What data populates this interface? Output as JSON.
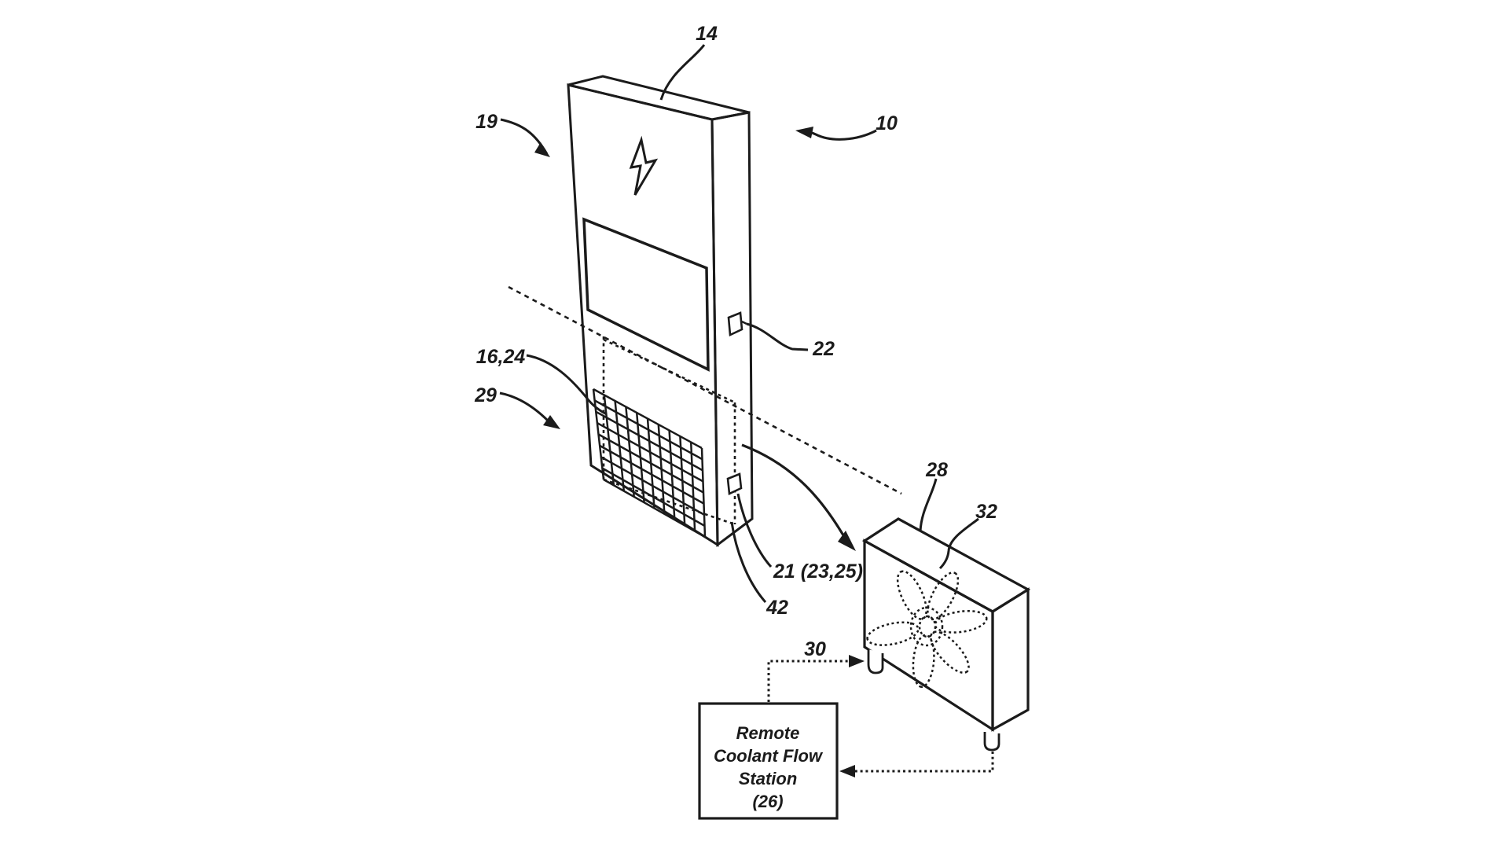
{
  "figure": {
    "background": "#ffffff",
    "line_color": "#1b1b1b",
    "labels": {
      "ref_14": "14",
      "ref_19": "19",
      "ref_10": "10",
      "ref_22": "22",
      "ref_16_24": "16,24",
      "ref_29": "29",
      "ref_21": "21 (23,25)",
      "ref_42": "42",
      "ref_28": "28",
      "ref_32": "32",
      "ref_30": "30"
    },
    "station_box": {
      "line1": "Remote",
      "line2": "Coolant Flow",
      "line3": "Station",
      "line4": "(26)"
    },
    "icons": {
      "lightning": "high-voltage warning bolt on cabinet front panel"
    }
  }
}
